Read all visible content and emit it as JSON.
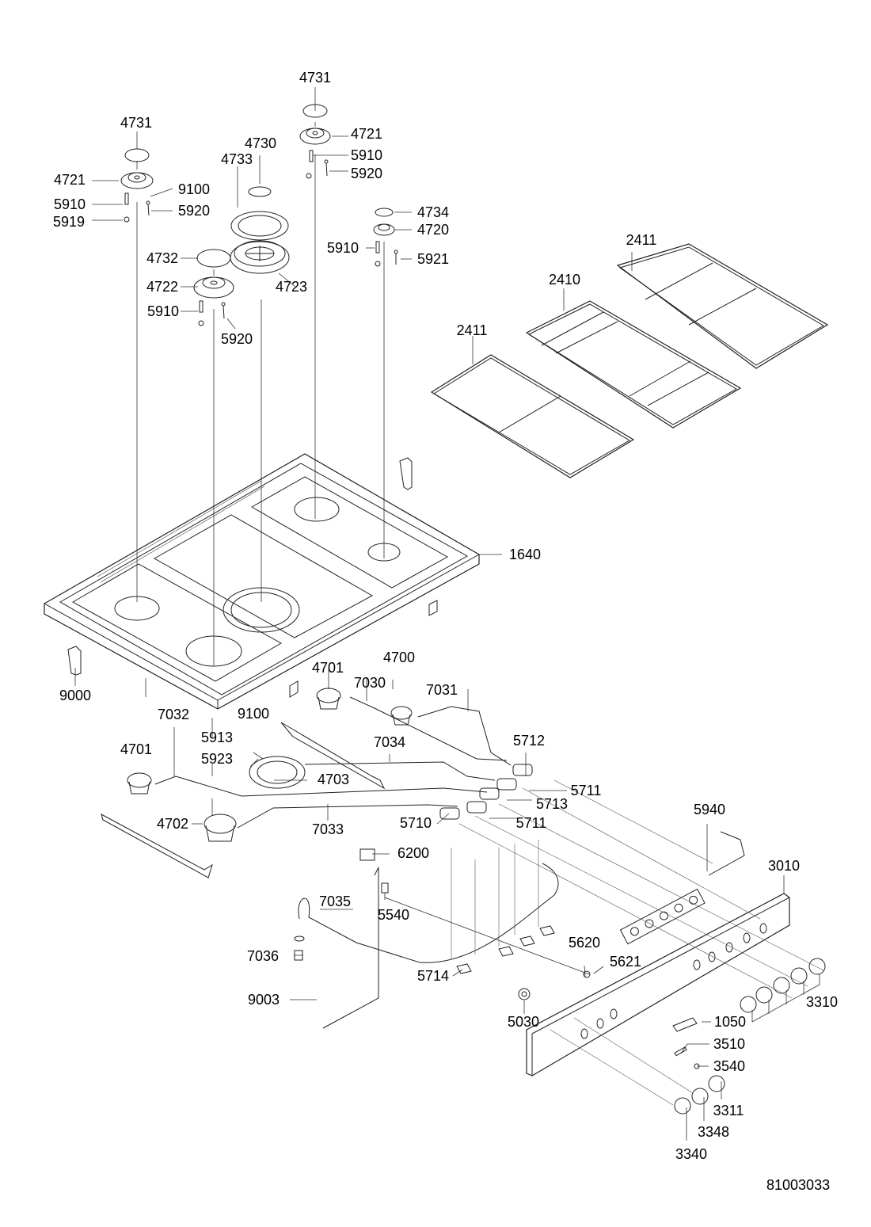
{
  "diagram": {
    "type": "exploded-parts-diagram",
    "subject": "Gas hob (5 burners) with pan supports, control panel and gas manifold",
    "drawing_number": "81003033",
    "callouts": [
      {
        "id": "c01",
        "label": "4731",
        "part": "burner cap small (left)"
      },
      {
        "id": "c02",
        "label": "4730",
        "part": "burner cap triple-ring"
      },
      {
        "id": "c03",
        "label": "4733",
        "part": "outer flame ring"
      },
      {
        "id": "c04",
        "label": "4721",
        "part": "burner head (left)"
      },
      {
        "id": "c05",
        "label": "9100",
        "part": "washer"
      },
      {
        "id": "c06",
        "label": "5910",
        "part": "ignition electrode (left)"
      },
      {
        "id": "c07",
        "label": "5920",
        "part": "thermocouple (left)"
      },
      {
        "id": "c08",
        "label": "5919",
        "part": "clip"
      },
      {
        "id": "c09",
        "label": "4732",
        "part": "burner cap medium"
      },
      {
        "id": "c10",
        "label": "4722",
        "part": "burner head medium"
      },
      {
        "id": "c11",
        "label": "4723",
        "part": "triple-ring burner body"
      },
      {
        "id": "c12",
        "label": "5910",
        "part": "ignition electrode (center-left)"
      },
      {
        "id": "c13",
        "label": "5920",
        "part": "thermocouple (center-left)"
      },
      {
        "id": "c14",
        "label": "4731",
        "part": "burner cap (rear)"
      },
      {
        "id": "c15",
        "label": "4721",
        "part": "burner head (rear)"
      },
      {
        "id": "c16",
        "label": "5910",
        "part": "ignition electrode (rear)"
      },
      {
        "id": "c17",
        "label": "5920",
        "part": "thermocouple (rear)"
      },
      {
        "id": "c18",
        "label": "4734",
        "part": "burner cap auxiliary"
      },
      {
        "id": "c19",
        "label": "4720",
        "part": "burner head auxiliary"
      },
      {
        "id": "c20",
        "label": "5910",
        "part": "ignition electrode (right)"
      },
      {
        "id": "c21",
        "label": "5921",
        "part": "thermocouple auxiliary"
      },
      {
        "id": "c22",
        "label": "2411",
        "part": "pan support (right)"
      },
      {
        "id": "c23",
        "label": "2410",
        "part": "pan support (center)"
      },
      {
        "id": "c24",
        "label": "2411",
        "part": "pan support (left)"
      },
      {
        "id": "c25",
        "label": "1640",
        "part": "hob top"
      },
      {
        "id": "c26",
        "label": "9000",
        "part": "fixing bracket"
      },
      {
        "id": "c27",
        "label": "4701",
        "part": "burner cup (rear-center)"
      },
      {
        "id": "c28",
        "label": "4700",
        "part": "burner cup auxiliary"
      },
      {
        "id": "c29",
        "label": "7030",
        "part": "gas pipe"
      },
      {
        "id": "c30",
        "label": "7031",
        "part": "gas pipe"
      },
      {
        "id": "c31",
        "label": "7032",
        "part": "gas pipe"
      },
      {
        "id": "c32",
        "label": "9100",
        "part": "washer"
      },
      {
        "id": "c33",
        "label": "5913",
        "part": "ignition electrode triple-ring"
      },
      {
        "id": "c34",
        "label": "5923",
        "part": "thermocouple triple-ring"
      },
      {
        "id": "c35",
        "label": "7034",
        "part": "gas pipe"
      },
      {
        "id": "c36",
        "label": "4701",
        "part": "burner cup (left)"
      },
      {
        "id": "c37",
        "label": "4703",
        "part": "burner cup triple-ring"
      },
      {
        "id": "c38",
        "label": "5712",
        "part": "gas tap"
      },
      {
        "id": "c39",
        "label": "5711",
        "part": "gas tap"
      },
      {
        "id": "c40",
        "label": "5713",
        "part": "gas tap"
      },
      {
        "id": "c41",
        "label": "4702",
        "part": "burner cup medium"
      },
      {
        "id": "c42",
        "label": "7033",
        "part": "gas pipe"
      },
      {
        "id": "c43",
        "label": "5710",
        "part": "gas tap"
      },
      {
        "id": "c44",
        "label": "5711",
        "part": "gas tap"
      },
      {
        "id": "c45",
        "label": "5940",
        "part": "thermocouple harness"
      },
      {
        "id": "c46",
        "label": "6200",
        "part": "terminal block"
      },
      {
        "id": "c47",
        "label": "3010",
        "part": "control panel"
      },
      {
        "id": "c48",
        "label": "7035",
        "part": "gas manifold"
      },
      {
        "id": "c49",
        "label": "5540",
        "part": "ignition switch"
      },
      {
        "id": "c50",
        "label": "5620",
        "part": "lamp"
      },
      {
        "id": "c51",
        "label": "5621",
        "part": "lamp holder"
      },
      {
        "id": "c52",
        "label": "7036",
        "part": "nut"
      },
      {
        "id": "c53",
        "label": "5714",
        "part": "manifold clamp"
      },
      {
        "id": "c54",
        "label": "9003",
        "part": "screw"
      },
      {
        "id": "c55",
        "label": "5030",
        "part": "switch"
      },
      {
        "id": "c56",
        "label": "1050",
        "part": "bracket"
      },
      {
        "id": "c57",
        "label": "3310",
        "part": "control knob (burner)"
      },
      {
        "id": "c58",
        "label": "3510",
        "part": "spindle"
      },
      {
        "id": "c59",
        "label": "3540",
        "part": "ring"
      },
      {
        "id": "c60",
        "label": "3311",
        "part": "control knob"
      },
      {
        "id": "c61",
        "label": "3348",
        "part": "control knob"
      },
      {
        "id": "c62",
        "label": "3340",
        "part": "control knob"
      }
    ]
  }
}
